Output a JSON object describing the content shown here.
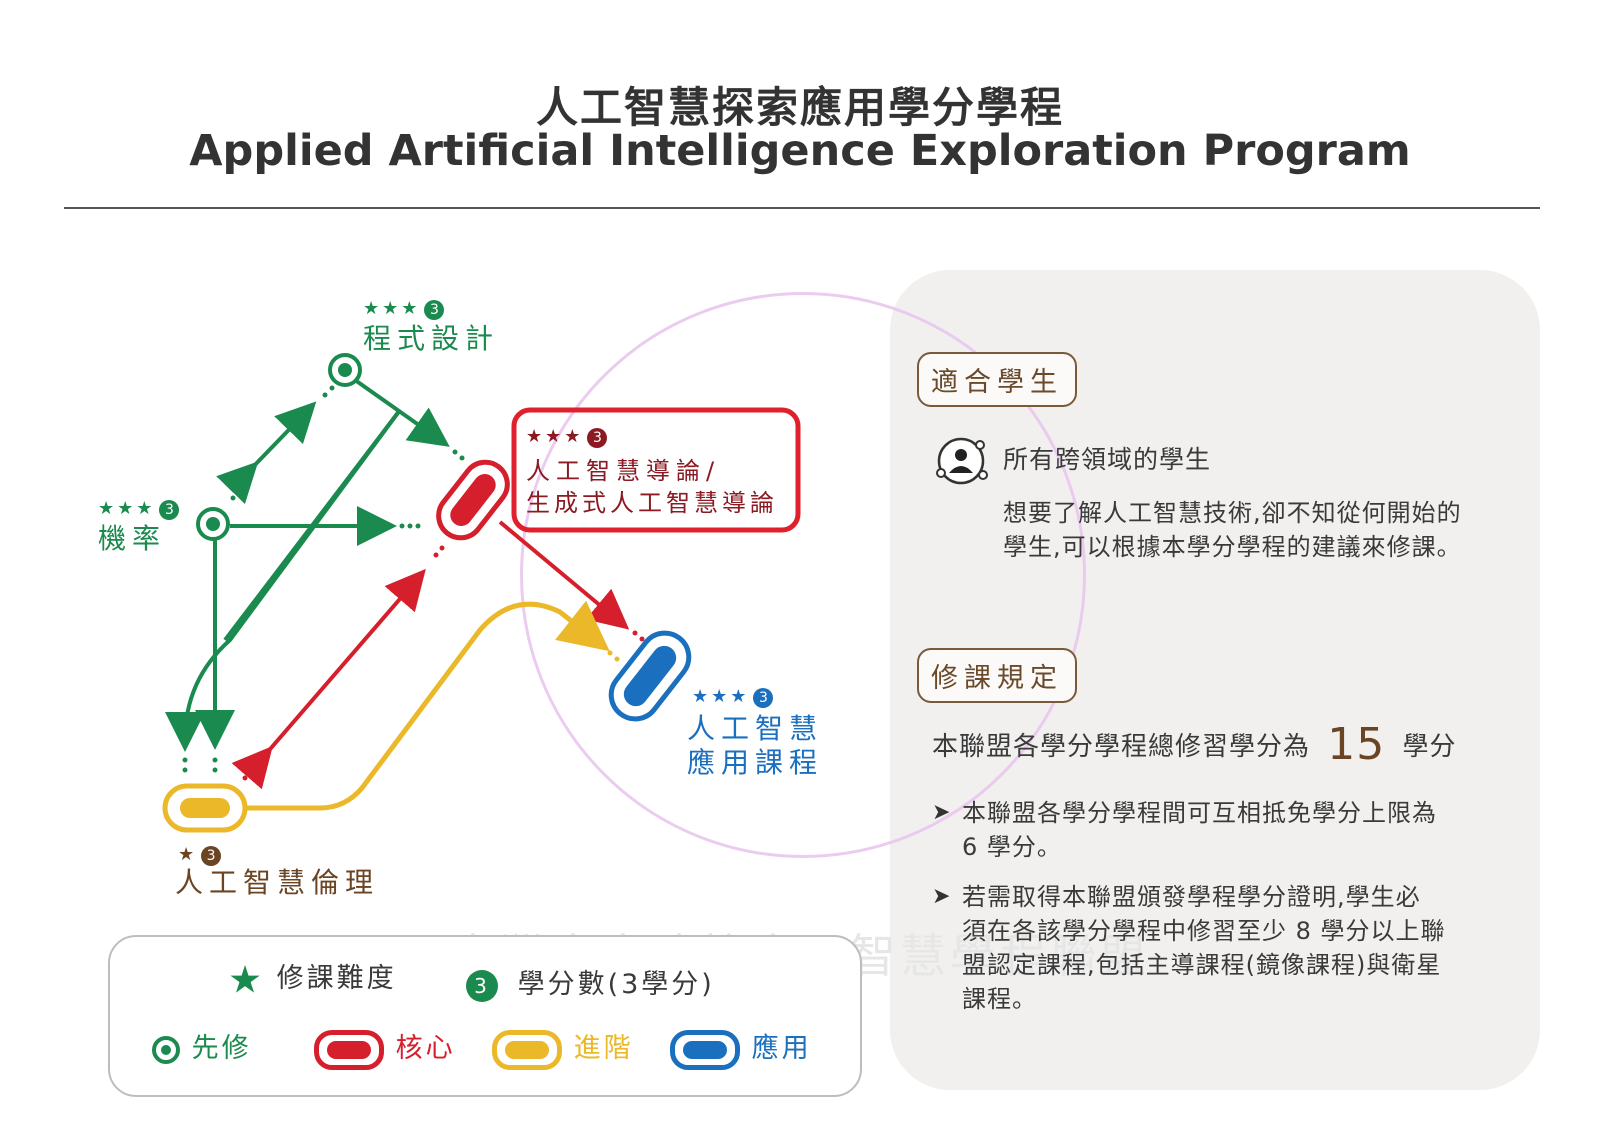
{
  "title": {
    "zh": "人工智慧探索應用學分學程",
    "en": "Applied Artificial Intelligence Exploration Program"
  },
  "watermark": {
    "text": "臺灣大專院校人工智慧學程聯盟"
  },
  "colors": {
    "prereq": "#1a8a4e",
    "core": "#d61f2c",
    "advanced": "#ebb82a",
    "applied": "#1b6fbf",
    "ethics_label": "#6b4423"
  },
  "nodes": {
    "programming": {
      "stars": "★★★",
      "credits": "3",
      "label": "程式設計"
    },
    "probability": {
      "stars": "★★★",
      "credits": "3",
      "label": "機率"
    },
    "intro_ai": {
      "stars": "★★★",
      "credits": "3",
      "label_line1": "人工智慧導論/",
      "label_line2": "生成式人工智慧導論"
    },
    "applied_ai": {
      "stars": "★★★",
      "credits": "3",
      "label_line1": "人工智慧",
      "label_line2": "應用課程"
    },
    "ethics": {
      "stars": "★",
      "credits": "3",
      "label": "人工智慧倫理"
    }
  },
  "legend": {
    "difficulty_icon": "star-icon",
    "difficulty_label": "修課難度",
    "credits_badge": "3",
    "credits_label": "學分數(3學分)",
    "items": [
      {
        "label": "先修",
        "icon": "prerequisite-dot-icon"
      },
      {
        "label": "核心",
        "icon": "core-pill-icon"
      },
      {
        "label": "進階",
        "icon": "advanced-pill-icon"
      },
      {
        "label": "應用",
        "icon": "applied-pill-icon"
      }
    ]
  },
  "panel": {
    "suitable": {
      "tag": "適合學生",
      "icon": "student-network-icon",
      "heading": "所有跨領域的學生",
      "body_line1": "想要了解人工智慧技術,卻不知從何開始的",
      "body_line2": "學生,可以根據本學分學程的建議來修課。"
    },
    "rules": {
      "tag": "修課規定",
      "total_prefix": "本聯盟各學分學程總修習學分為",
      "total_number": "15",
      "total_suffix": "學分",
      "bullets": [
        {
          "line1": "本聯盟各學分學程間可互相抵免學分上限為",
          "line2": "6 學分。"
        },
        {
          "line1": "若需取得本聯盟頒發學程學分證明,學生必",
          "line2": "須在各該學分學程中修習至少 8 學分以上聯",
          "line3": "盟認定課程,包括主導課程(鏡像課程)與衛星",
          "line4": "課程。"
        }
      ]
    }
  }
}
